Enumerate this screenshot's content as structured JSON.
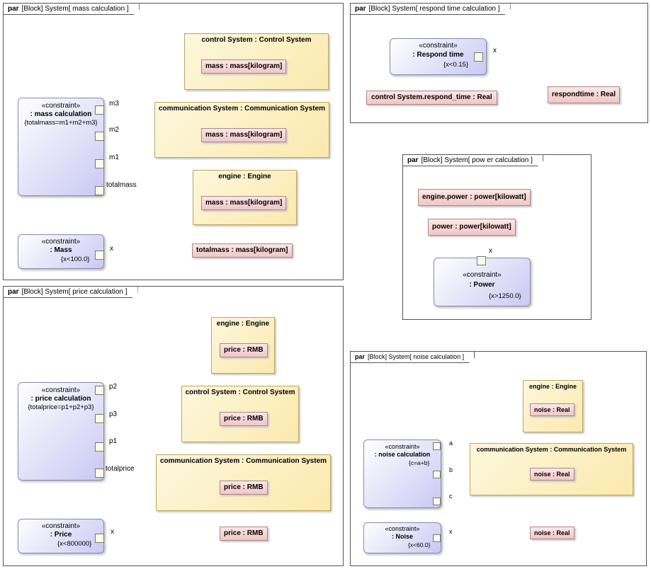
{
  "frames": {
    "mass": {
      "kw": "par",
      "title": "[Block] System[ mass calculation ]"
    },
    "respond": {
      "kw": "par",
      "title": "[Block] System[ respond time calculation ]"
    },
    "power": {
      "kw": "par",
      "title": "[Block] System[ pow er calculation ]"
    },
    "price": {
      "kw": "par",
      "title": "[Block] System[ price calculation ]"
    },
    "noise": {
      "kw": "par",
      "title": "[Block] System[ noise calculation ]"
    }
  },
  "mass": {
    "control_block": "control System : Control System",
    "control_mass": "mass : mass[kilogram]",
    "comm_block": "communication System : Communication System",
    "comm_mass": "mass : mass[kilogram]",
    "engine_block": "engine : Engine",
    "engine_mass": "mass : mass[kilogram]",
    "total_mass": "totalmass : mass[kilogram]",
    "calc": {
      "stereotype": "«constraint»",
      "name": ": mass calculation",
      "expr": "{totalmass=m1+m2+m3}"
    },
    "limit": {
      "stereotype": "«constraint»",
      "name": ": Mass",
      "expr": "{x<100.0}"
    },
    "ports": {
      "m3": "m3",
      "m2": "m2",
      "m1": "m1",
      "total": "totalmass",
      "x": "x"
    }
  },
  "respond": {
    "cons": {
      "stereotype": "«constraint»",
      "name": ": Respond time",
      "expr": "{x<0.15}"
    },
    "control_prop": "control System.respond_time : Real",
    "respondtime": "respondtime : Real",
    "port_x": "x"
  },
  "power": {
    "engine_power": "engine.power : power[kilowatt]",
    "power": "power : power[kilowatt]",
    "cons": {
      "stereotype": "«constraint»",
      "name": ": Power",
      "expr": "{x>1250.0}"
    },
    "port_x": "x"
  },
  "price": {
    "engine_block": "engine : Engine",
    "engine_price": "price : RMB",
    "control_block": "control System : Control System",
    "control_price": "price : RMB",
    "comm_block": "communication System : Communication System",
    "comm_price": "price : RMB",
    "total_price": "price : RMB",
    "calc": {
      "stereotype": "«constraint»",
      "name": ": price calculation",
      "expr": "{totalprice=p1+p2+p3}"
    },
    "limit": {
      "stereotype": "«constraint»",
      "name": ": Price",
      "expr": "{x<800000}"
    },
    "ports": {
      "p2": "p2",
      "p3": "p3",
      "p1": "p1",
      "total": "totalprice",
      "x": "x"
    }
  },
  "noise": {
    "engine_block": "engine : Engine",
    "engine_noise": "noise : Real",
    "comm_block": "communication System : Communication System",
    "comm_noise": "noise : Real",
    "c_noise": "noise : Real",
    "calc": {
      "stereotype": "«constraint»",
      "name": ": noise calculation",
      "expr": "{c=a+b}"
    },
    "limit": {
      "stereotype": "«constraint»",
      "name": ": Noise",
      "expr": "{x<60.0}"
    },
    "ports": {
      "a": "a",
      "b": "b",
      "c": "c",
      "x": "x"
    }
  }
}
